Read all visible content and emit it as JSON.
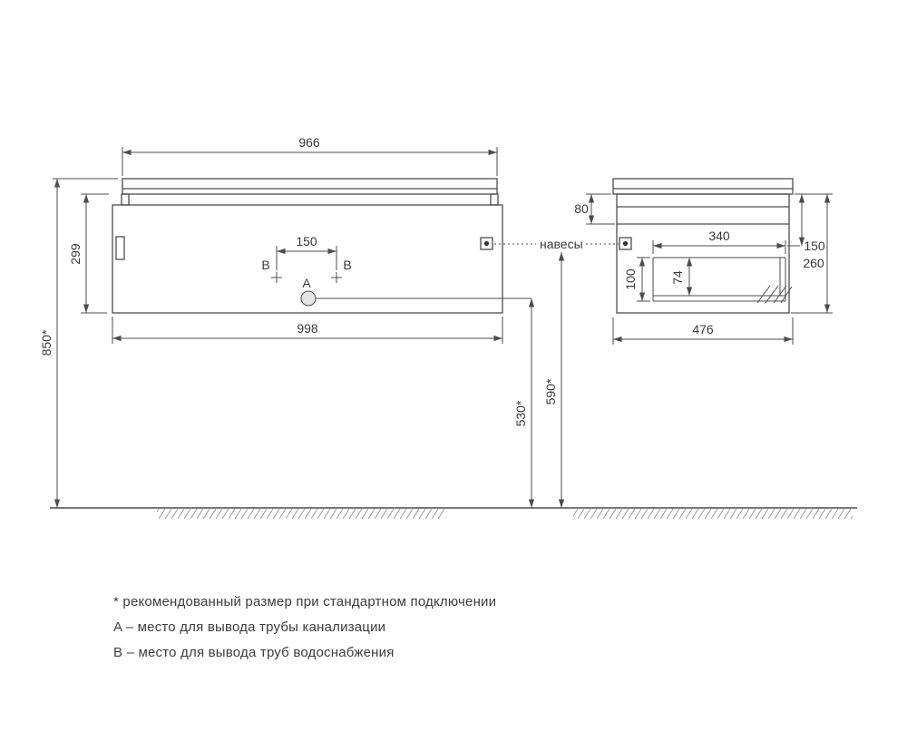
{
  "drawing": {
    "front_view": {
      "dim_top_width": "966",
      "dim_left_height": "299",
      "dim_b_spacing": "150",
      "dim_bottom_width": "998",
      "dim_total_height": "850*",
      "dim_hangers_height": "590*",
      "dim_drain_height": "530*",
      "hangers_label": "навесы",
      "mark_a": "A",
      "mark_b_left": "B",
      "mark_b_right": "B"
    },
    "side_view": {
      "dim_top_section": "80",
      "dim_niche_width": "340",
      "dim_hanger_offset": "150",
      "dim_body_height": "260",
      "dim_niche_height": "100",
      "dim_niche_inner_height": "74",
      "dim_depth": "476"
    },
    "legend": {
      "note_recommended": "* рекомендованный размер при стандартном подключении",
      "note_a": "A – место для вывода трубы канализации",
      "note_b": "B – место для вывода труб водоснабжения"
    },
    "colors": {
      "line": "#4d4d4d",
      "text": "#3b3b3b",
      "background": "#ffffff"
    }
  }
}
